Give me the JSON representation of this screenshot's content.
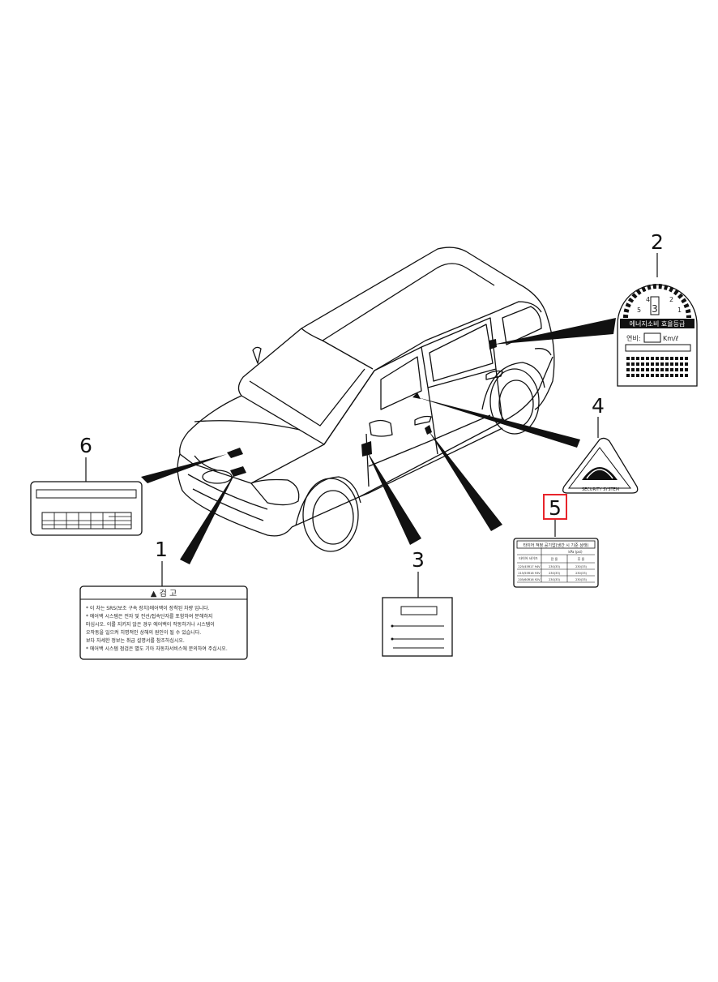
{
  "callouts": [
    "1",
    "2",
    "3",
    "4",
    "5",
    "6"
  ],
  "highlighted_callout": "5",
  "highlight_color": "#e8242b",
  "label_1": {
    "header": "▲ 검    고",
    "lines": [
      "* 이 차는 SRS(보조 구속 장치)에어백이 장착된 차량 입니다.",
      "* 에어백 시스템은 전자 및 전선/접속단자를 포함하여 분해하지",
      "  마십시오. 이를 지키지 않은 경우 에어백이 작동하거나 시스템이",
      "  오작동을 일으켜 치명적인 상해의 원인이 될 수 있습니다.",
      "  보다 자세한 정보는 취급 설명서를 참조하십시오.",
      "* 에어백 시스템 점검은 별도 기아 자동차서비스에 문의하여 주십시오."
    ]
  },
  "label_2": {
    "title": "에너지소비 효율등급",
    "grade": "3",
    "km_label": "연비:",
    "km_unit": "Km/ℓ",
    "dial_numbers": [
      "5",
      "4",
      "3",
      "2",
      "1"
    ]
  },
  "label_4": {
    "caption": "SECURITY SYSTEM"
  },
  "label_5": {
    "title": "타이어 적정 공기압(냉간 시 기준 상태)",
    "unit_header": "kPa (psi)",
    "col1": "전 륜",
    "col2": "후 륜",
    "row_label": "타이어 사이즈",
    "rows": [
      [
        "225/45R17 94V",
        "230(33)",
        "230(33)"
      ],
      [
        "215/55R16 93V",
        "230(33)",
        "230(33)"
      ],
      [
        "205/60R16 92V",
        "230(33)",
        "230(33)"
      ]
    ]
  },
  "colors": {
    "line": "#111111",
    "label_bg": "#ffffff"
  }
}
